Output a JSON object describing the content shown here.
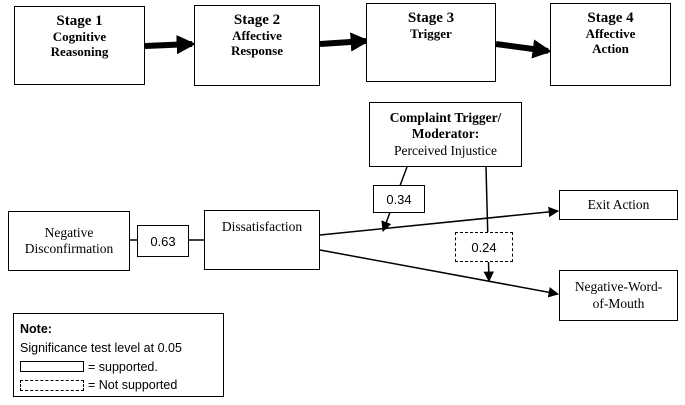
{
  "stages": [
    {
      "title": "Stage 1",
      "sub": "Cognitive Reasoning"
    },
    {
      "title": "Stage 2",
      "sub": "Affective Response"
    },
    {
      "title": "Stage 3",
      "sub": "Trigger"
    },
    {
      "title": "Stage 4",
      "sub": "Affective Action"
    }
  ],
  "moderator": {
    "title": "Complaint Trigger/ Moderator:",
    "body": "Perceived Injustice"
  },
  "nodes": {
    "negative_disconfirmation": "Negative Disconfirmation",
    "dissatisfaction": "Dissatisfaction",
    "exit_action": "Exit Action",
    "nwom": "Negative-Word-of-Mouth"
  },
  "coefficients": {
    "neg_to_dissat": "0.63",
    "mod_to_exit": "0.34",
    "mod_to_nwom": "0.24"
  },
  "note": {
    "title": "Note:",
    "line1": "Significance test level at 0.05",
    "supported": "= supported.",
    "not_supported": "= Not supported"
  }
}
